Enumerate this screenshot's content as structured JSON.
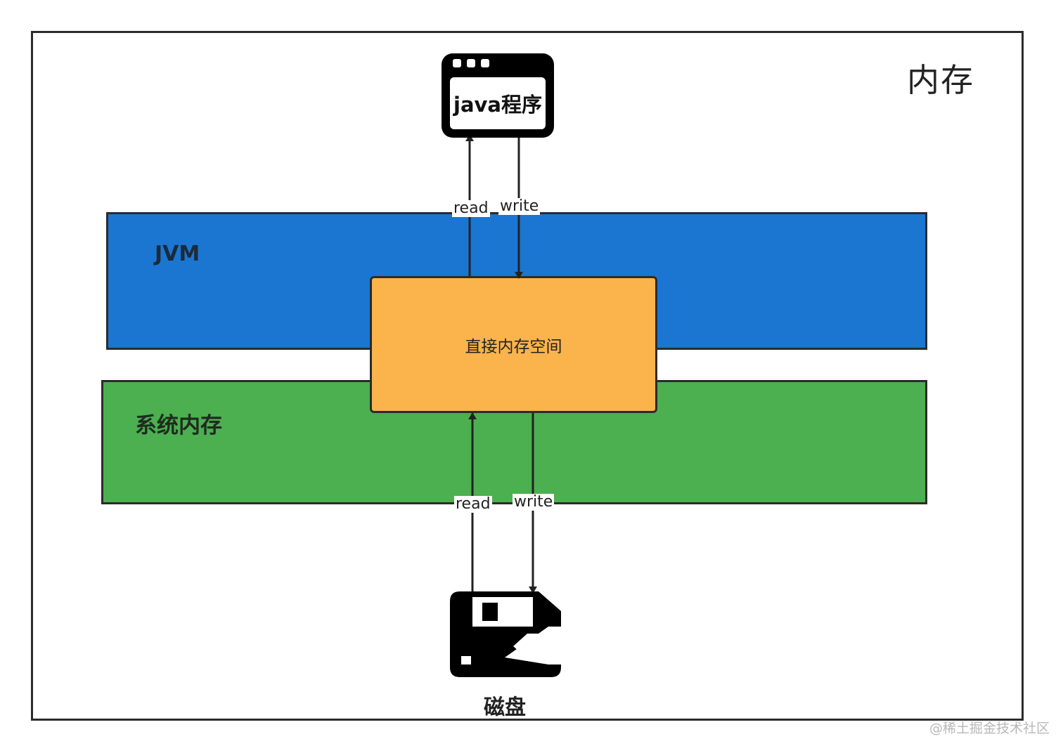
{
  "memory_label": "内存",
  "jvm_label": "JVM",
  "system_memory_label": "系统内存",
  "direct_memory_label": "直接内存空间",
  "java_program_label": "java程序",
  "disk_label": "磁盘",
  "edges": {
    "top_read": "read",
    "top_write": "write",
    "bottom_read": "read",
    "bottom_write": "write"
  },
  "watermark": "@稀土掘金技术社区",
  "colors": {
    "jvm_band": "#1b76d2",
    "system_band": "#4caf50",
    "direct_box": "#fbb34c"
  },
  "icons": {
    "program": "app-window-icon",
    "disk": "floppy-disk-icon"
  }
}
